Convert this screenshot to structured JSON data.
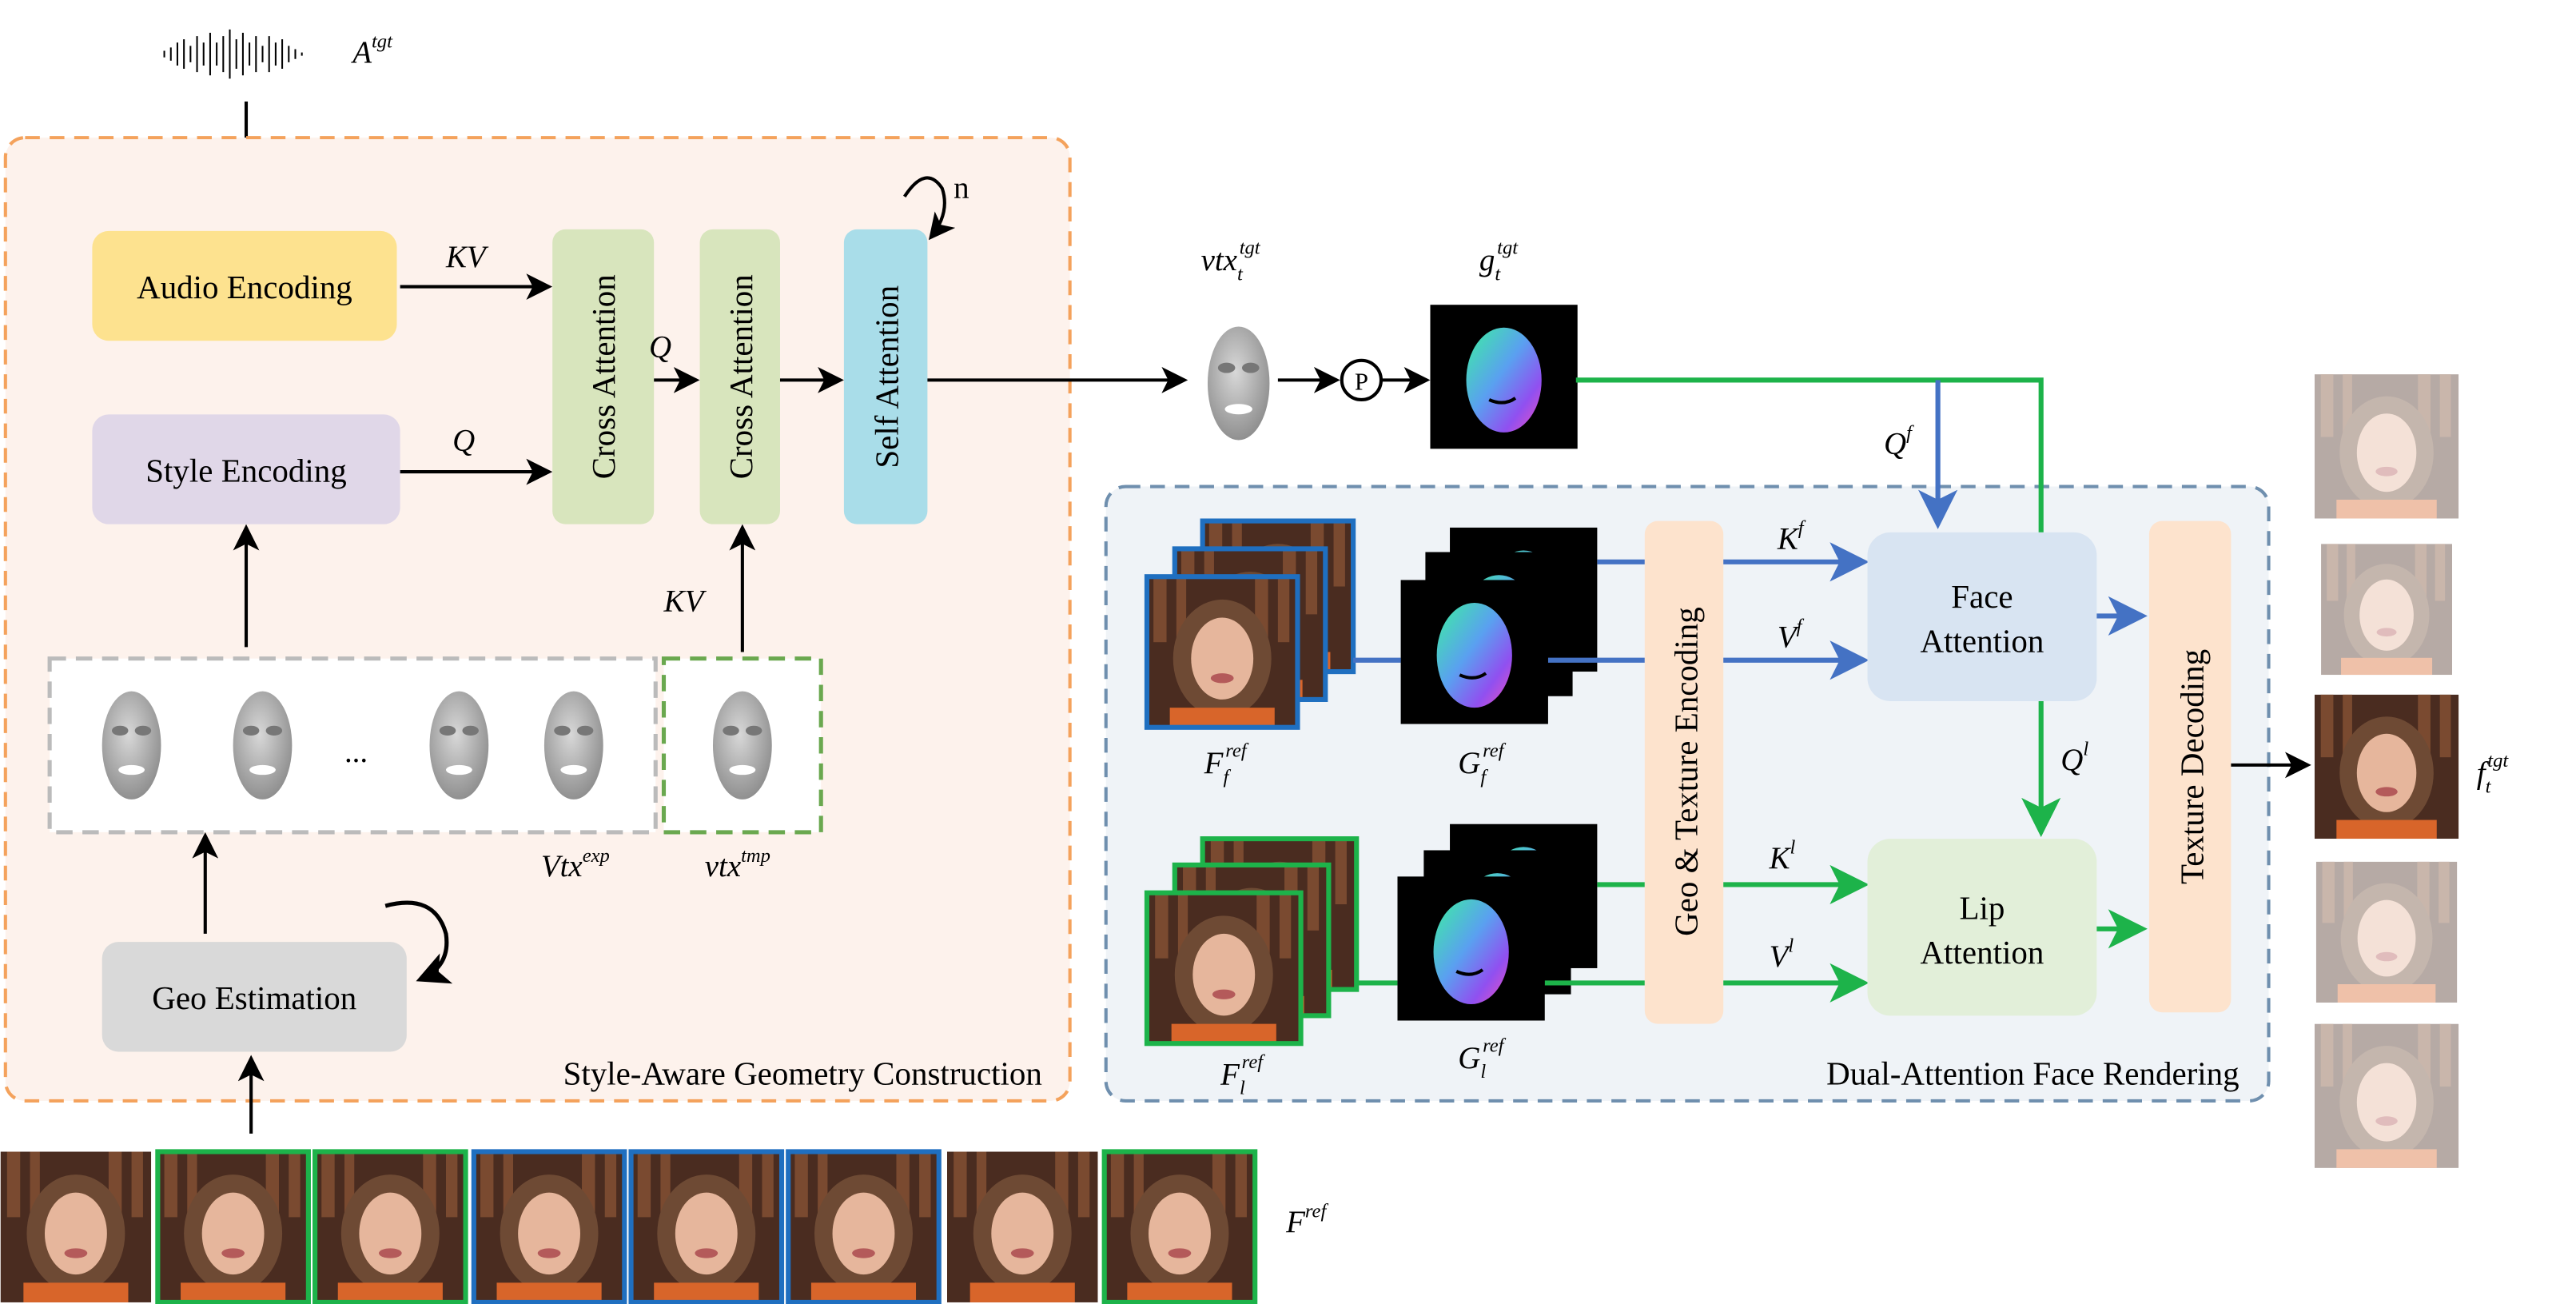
{
  "audio": {
    "label": {
      "base": "A",
      "sup": "tgt"
    },
    "icon": "waveform-icon"
  },
  "geometry_module": {
    "title": "Style-Aware Geometry Construction",
    "audio_encoding": "Audio Encoding",
    "style_encoding": "Style Encoding",
    "cross_attention_1": "Cross Attention",
    "cross_attention_2": "Cross Attention",
    "self_attention": "Self Attention",
    "geo_estimation": "Geo Estimation",
    "loop_count": "n",
    "edge_audio_kv": "KV",
    "edge_style_q": "Q",
    "edge_cross_q": "Q",
    "edge_tmp_kv": "KV",
    "ellipsis": "...",
    "vtx_exp": {
      "base": "Vtx",
      "sup": "exp"
    },
    "vtx_tmp": {
      "base": "vtx",
      "sup": "tmp"
    }
  },
  "reference_frames": {
    "label": {
      "base": "F",
      "sup": "ref"
    },
    "frame_borders": [
      "none",
      "green",
      "green",
      "blue",
      "blue",
      "blue",
      "none",
      "green"
    ]
  },
  "target": {
    "vtx": {
      "base": "vtx",
      "sub": "t",
      "sup": "tgt"
    },
    "projection": "P",
    "geometry": {
      "base": "g",
      "sub": "t",
      "sup": "tgt"
    }
  },
  "rendering_module": {
    "title": "Dual-Attention Face Rendering",
    "geo_texture_encoding": "Geo & Texture Encoding",
    "face_attention": [
      "Face",
      "Attention"
    ],
    "lip_attention": [
      "Lip",
      "Attention"
    ],
    "texture_decoding": "Texture Decoding",
    "face_frames": {
      "base": "F",
      "sub": "f",
      "sup": "ref"
    },
    "face_geo": {
      "base": "G",
      "sub": "f",
      "sup": "ref"
    },
    "lip_frames": {
      "base": "F",
      "sub": "l",
      "sup": "ref"
    },
    "lip_geo": {
      "base": "G",
      "sub": "l",
      "sup": "ref"
    },
    "q_face": {
      "base": "Q",
      "sup": "f"
    },
    "k_face": {
      "base": "K",
      "sup": "f"
    },
    "v_face": {
      "base": "V",
      "sup": "f"
    },
    "q_lip": {
      "base": "Q",
      "sup": "l"
    },
    "k_lip": {
      "base": "K",
      "sup": "l"
    },
    "v_lip": {
      "base": "V",
      "sup": "l"
    }
  },
  "output": {
    "label": {
      "base": "f",
      "sub": "t",
      "sup": "tgt"
    },
    "highlighted_index": 2,
    "frame_count": 5
  },
  "colors": {
    "geometry_bg": "#fdf2ec",
    "geometry_border": "#f4a25c",
    "rendering_bg": "#eff3f7",
    "rendering_border": "#6f8fae",
    "audio_encoding": "#fde28f",
    "style_encoding": "#e0d7e8",
    "cross_attention": "#d8e5bd",
    "self_attention": "#a9dde9",
    "geo_estimation": "#d9d9d9",
    "encoding_decoding": "#fde3cd",
    "face_attention": "#d8e4f2",
    "lip_attention": "#e2efd9",
    "face_path": "#4472c4",
    "lip_path": "#1db34a"
  }
}
